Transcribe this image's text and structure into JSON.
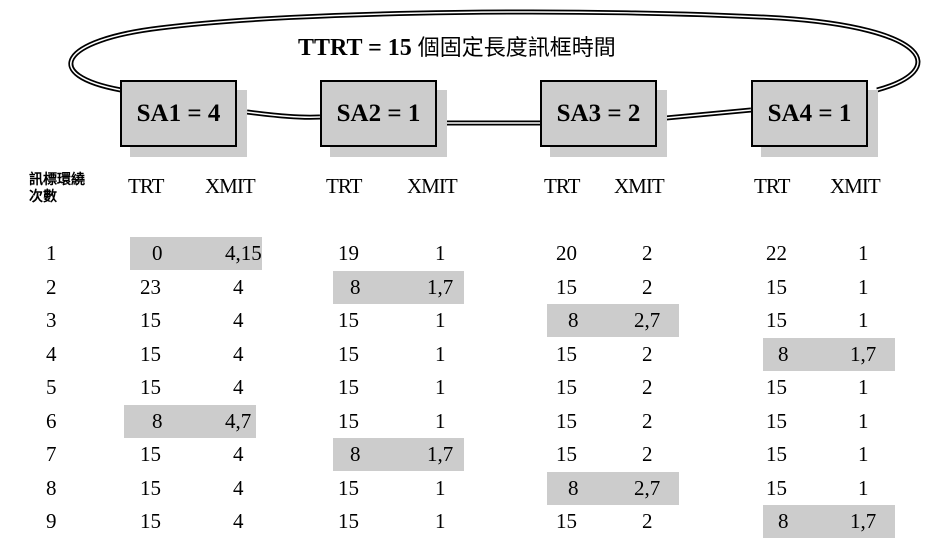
{
  "title": {
    "prefix": "TTRT = 15",
    "suffix": "個固定長度訊框時間"
  },
  "row_header": "訊標環繞次數",
  "column_headers": {
    "trt": "TRT",
    "xmit": "XMIT"
  },
  "stations": [
    {
      "label": "SA",
      "sub": "1",
      "value": "= 4"
    },
    {
      "label": "SA",
      "sub": "2",
      "value": "= 1"
    },
    {
      "label": "SA",
      "sub": "3",
      "value": "= 2"
    },
    {
      "label": "SA",
      "sub": "4",
      "value": "= 1"
    }
  ],
  "colors": {
    "highlight": "#cccccc",
    "box": "#cccccc"
  },
  "rows": [
    {
      "n": "1",
      "cells": [
        {
          "trt": "0",
          "xmit": "4,15",
          "hl": true
        },
        {
          "trt": "19",
          "xmit": "1"
        },
        {
          "trt": "20",
          "xmit": "2"
        },
        {
          "trt": "22",
          "xmit": "1"
        }
      ]
    },
    {
      "n": "2",
      "cells": [
        {
          "trt": "23",
          "xmit": "4"
        },
        {
          "trt": "8",
          "xmit": "1,7",
          "hl": true
        },
        {
          "trt": "15",
          "xmit": "2"
        },
        {
          "trt": "15",
          "xmit": "1"
        }
      ]
    },
    {
      "n": "3",
      "cells": [
        {
          "trt": "15",
          "xmit": "4"
        },
        {
          "trt": "15",
          "xmit": "1"
        },
        {
          "trt": "8",
          "xmit": "2,7",
          "hl": true
        },
        {
          "trt": "15",
          "xmit": "1"
        }
      ]
    },
    {
      "n": "4",
      "cells": [
        {
          "trt": "15",
          "xmit": "4"
        },
        {
          "trt": "15",
          "xmit": "1"
        },
        {
          "trt": "15",
          "xmit": "2"
        },
        {
          "trt": "8",
          "xmit": "1,7",
          "hl": true
        }
      ]
    },
    {
      "n": "5",
      "cells": [
        {
          "trt": "15",
          "xmit": "4"
        },
        {
          "trt": "15",
          "xmit": "1"
        },
        {
          "trt": "15",
          "xmit": "2"
        },
        {
          "trt": "15",
          "xmit": "1"
        }
      ]
    },
    {
      "n": "6",
      "cells": [
        {
          "trt": "8",
          "xmit": "4,7",
          "hl": true
        },
        {
          "trt": "15",
          "xmit": "1"
        },
        {
          "trt": "15",
          "xmit": "2"
        },
        {
          "trt": "15",
          "xmit": "1"
        }
      ]
    },
    {
      "n": "7",
      "cells": [
        {
          "trt": "15",
          "xmit": "4"
        },
        {
          "trt": "8",
          "xmit": "1,7",
          "hl": true
        },
        {
          "trt": "15",
          "xmit": "2"
        },
        {
          "trt": "15",
          "xmit": "1"
        }
      ]
    },
    {
      "n": "8",
      "cells": [
        {
          "trt": "15",
          "xmit": "4"
        },
        {
          "trt": "15",
          "xmit": "1"
        },
        {
          "trt": "8",
          "xmit": "2,7",
          "hl": true
        },
        {
          "trt": "15",
          "xmit": "1"
        }
      ]
    },
    {
      "n": "9",
      "cells": [
        {
          "trt": "15",
          "xmit": "4"
        },
        {
          "trt": "15",
          "xmit": "1"
        },
        {
          "trt": "15",
          "xmit": "2"
        },
        {
          "trt": "8",
          "xmit": "1,7",
          "hl": true
        }
      ]
    }
  ]
}
